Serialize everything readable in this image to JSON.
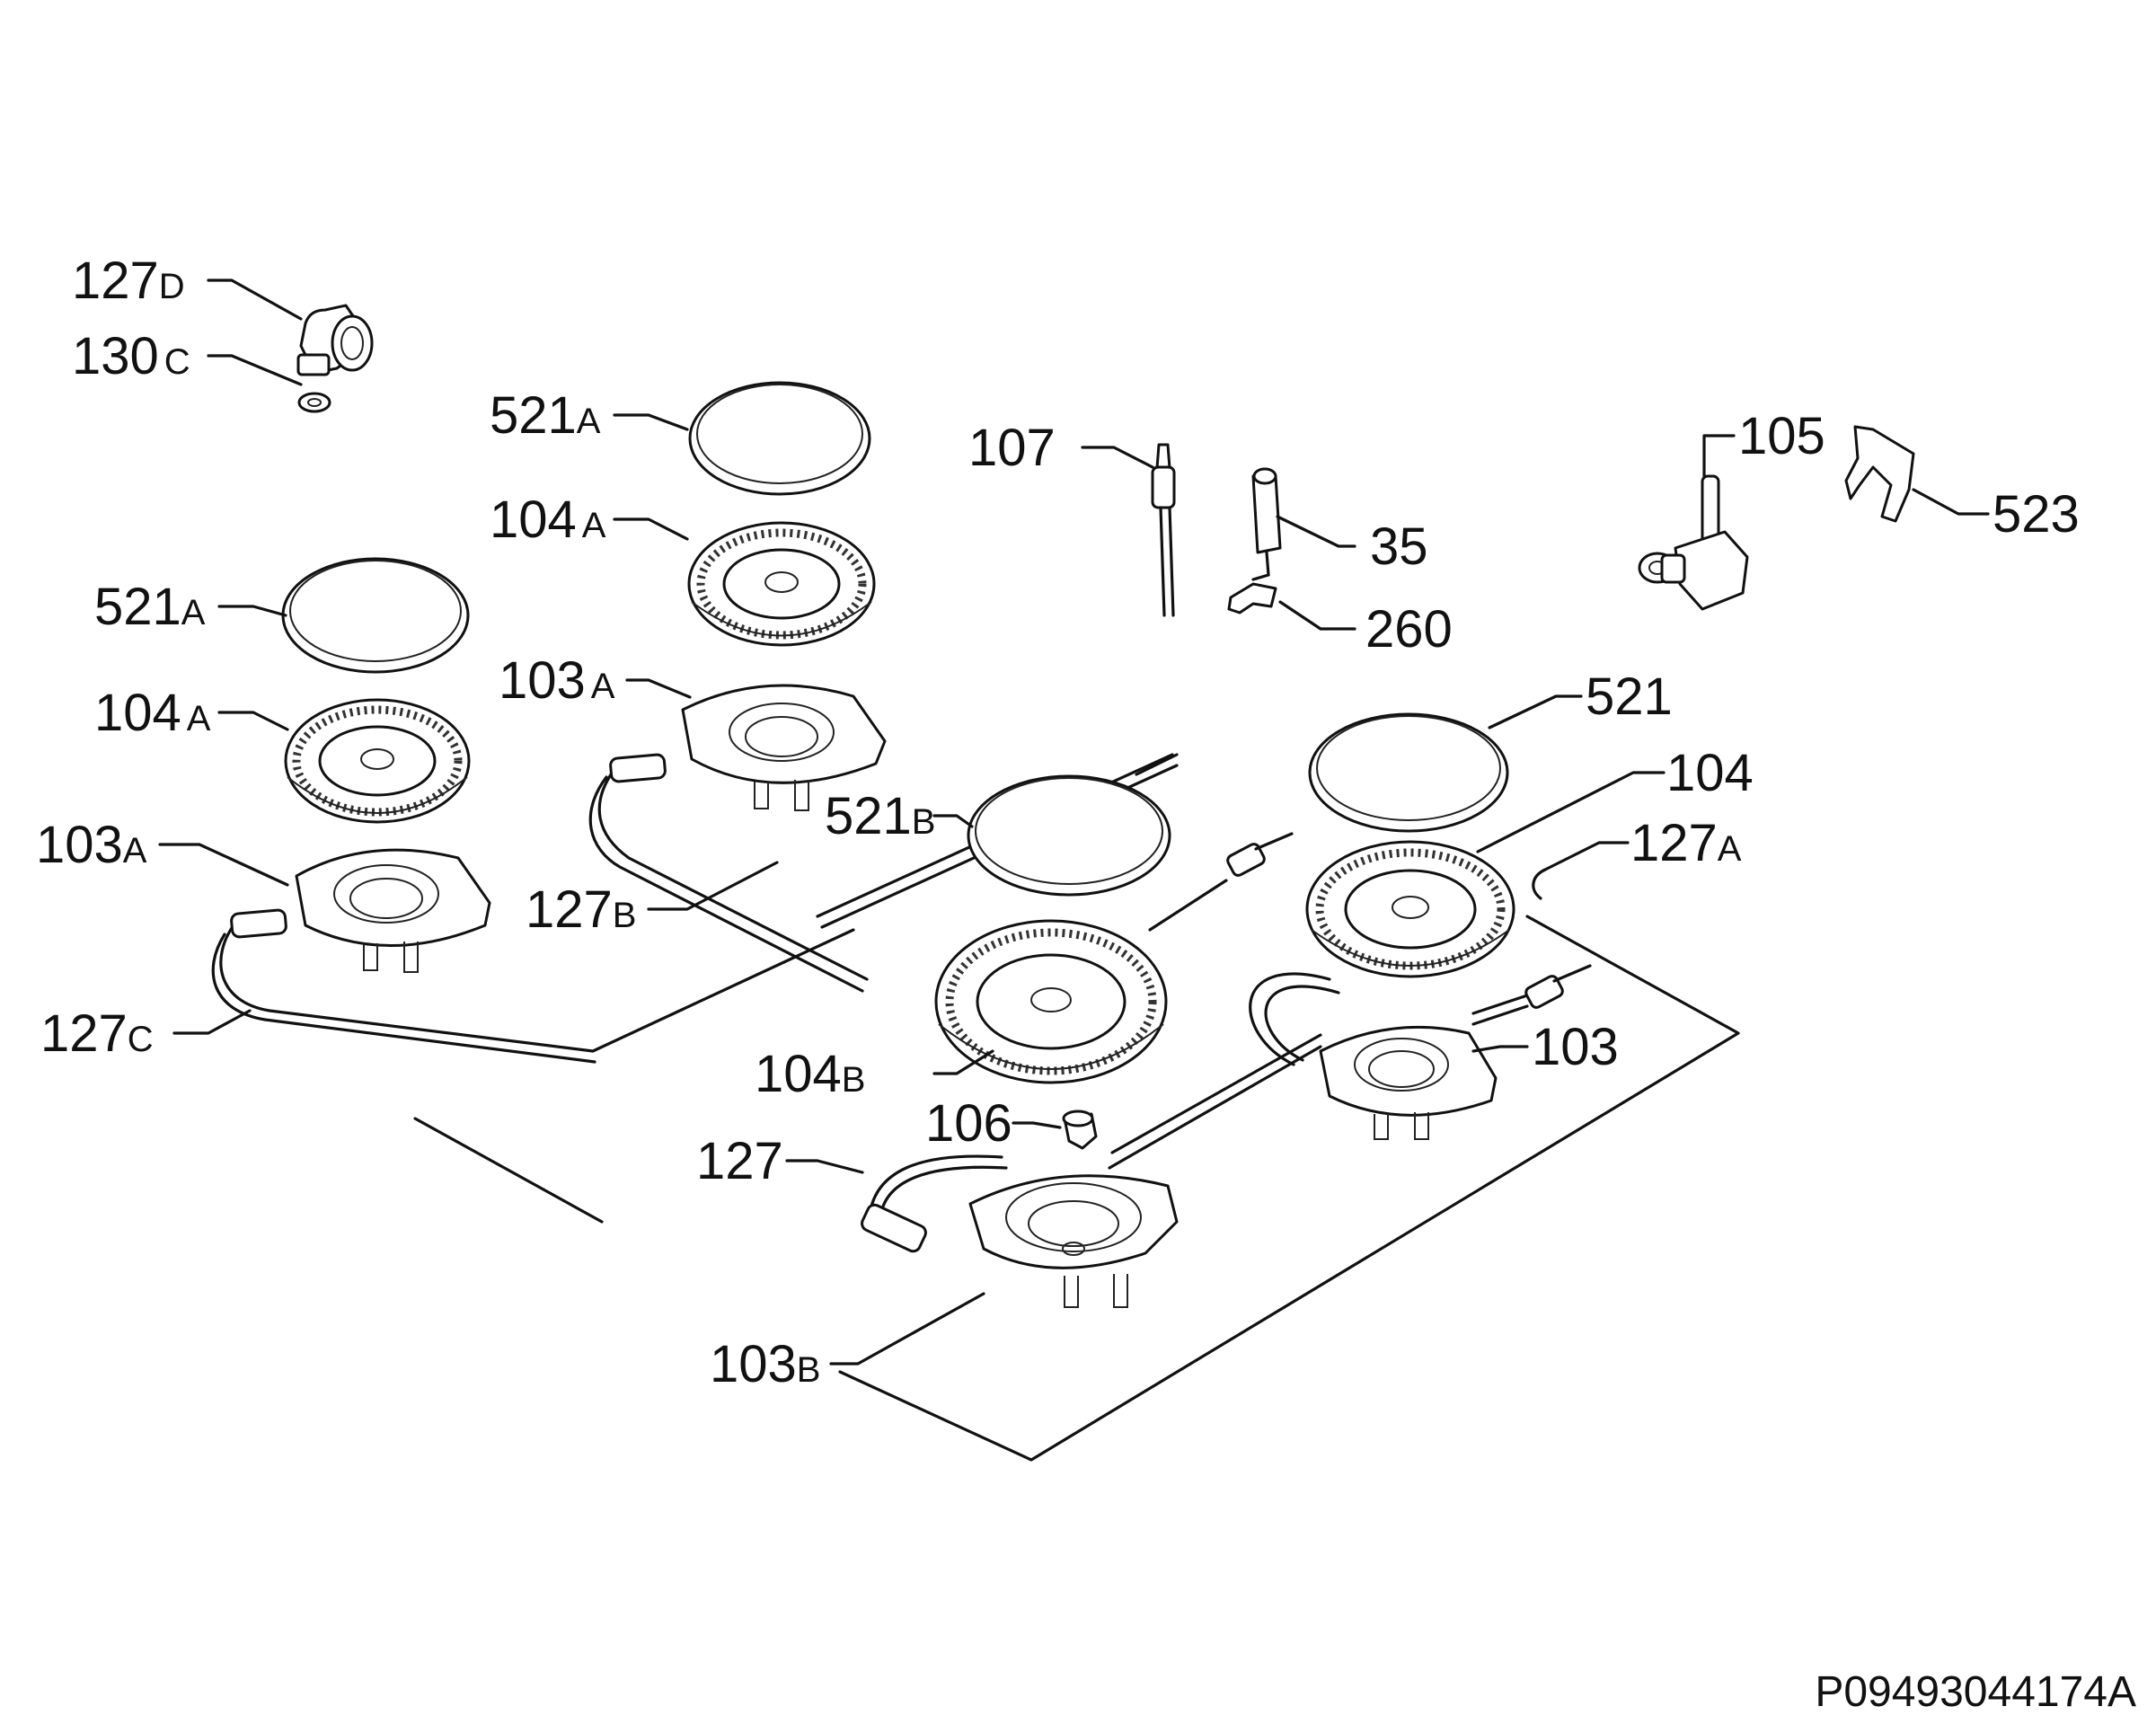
{
  "labels": [
    {
      "id": "l127d",
      "num": "127",
      "suf": "D"
    },
    {
      "id": "l130c",
      "num": "130",
      "suf": "C"
    },
    {
      "id": "l521a1",
      "num": "521",
      "suf": "A"
    },
    {
      "id": "l104a1",
      "num": "104",
      "suf": "A"
    },
    {
      "id": "l521a2",
      "num": "521",
      "suf": "A"
    },
    {
      "id": "l104a2",
      "num": "104",
      "suf": "A"
    },
    {
      "id": "l103a1",
      "num": "103",
      "suf": "A"
    },
    {
      "id": "l103a2",
      "num": "103",
      "suf": "A"
    },
    {
      "id": "l127b",
      "num": "127",
      "suf": "B"
    },
    {
      "id": "l127c",
      "num": "127",
      "suf": "C"
    },
    {
      "id": "l107",
      "num": "107",
      "suf": ""
    },
    {
      "id": "l35",
      "num": "35",
      "suf": ""
    },
    {
      "id": "l260",
      "num": "260",
      "suf": ""
    },
    {
      "id": "l105",
      "num": "105",
      "suf": ""
    },
    {
      "id": "l523",
      "num": "523",
      "suf": ""
    },
    {
      "id": "l521",
      "num": "521",
      "suf": ""
    },
    {
      "id": "l104",
      "num": "104",
      "suf": ""
    },
    {
      "id": "l127a",
      "num": "127",
      "suf": "A"
    },
    {
      "id": "l521b",
      "num": "521",
      "suf": "B"
    },
    {
      "id": "l104b",
      "num": "104",
      "suf": "B"
    },
    {
      "id": "l103",
      "num": "103",
      "suf": ""
    },
    {
      "id": "l106",
      "num": "106",
      "suf": ""
    },
    {
      "id": "l127",
      "num": "127",
      "suf": ""
    },
    {
      "id": "l103b",
      "num": "103",
      "suf": "B"
    }
  ],
  "document_number": "P09493044174A"
}
